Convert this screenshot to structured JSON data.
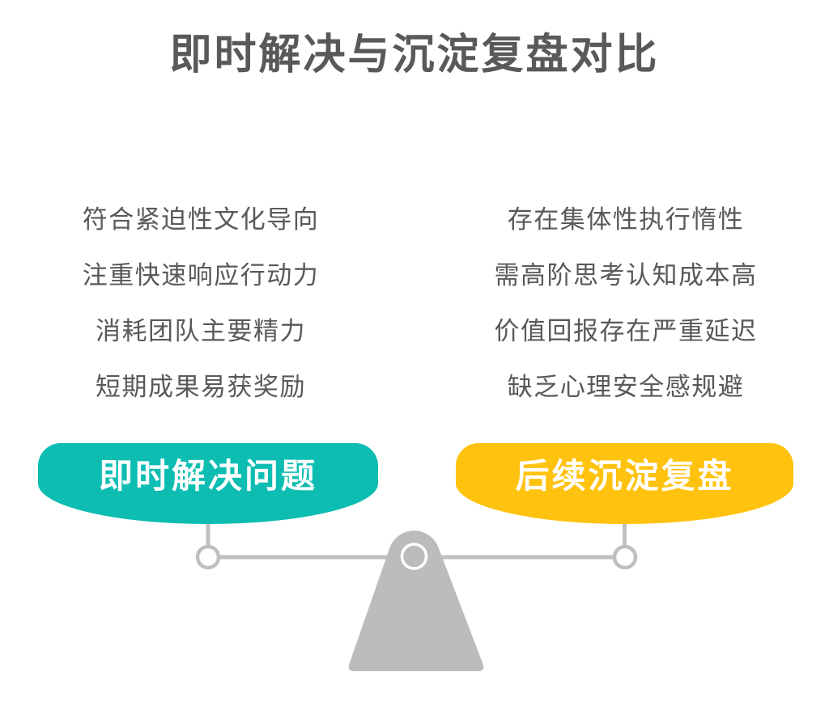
{
  "title": "即时解决与沉淀复盘对比",
  "left_column": {
    "items": [
      "符合紧迫性文化导向",
      "注重快速响应行动力",
      "消耗团队主要精力",
      "短期成果易获奖励"
    ],
    "pill_label": "即时解决问题",
    "pill_color": "#0DBDB2"
  },
  "right_column": {
    "items": [
      "存在集体性执行惰性",
      "需高阶思考认知成本高",
      "价值回报存在严重延迟",
      "缺乏心理安全感规避"
    ],
    "pill_label": "后续沉淀复盘",
    "pill_color": "#FFC20E"
  },
  "colors": {
    "background": "#FFFFFF",
    "title_text": "#595959",
    "item_text": "#595959",
    "pill_text": "#FFFFFF",
    "line_gray": "#BFBFBF",
    "shape_gray": "#BCBCBC",
    "pivot_ring": "#FFFFFF"
  }
}
